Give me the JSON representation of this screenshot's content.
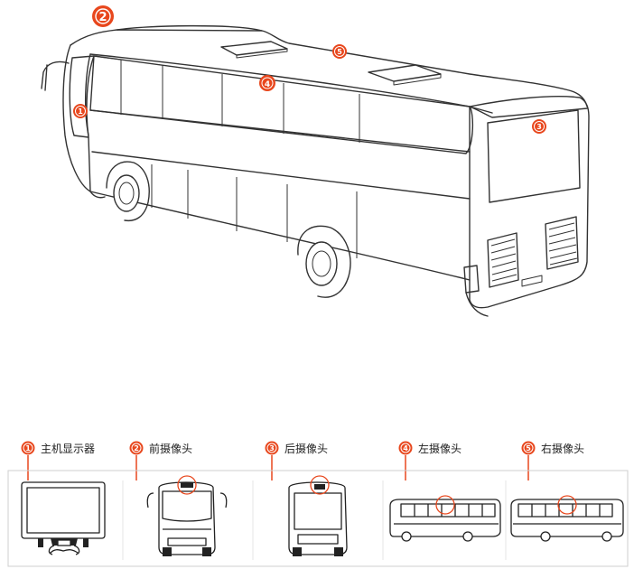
{
  "accent_color": "#e8471d",
  "bus_markers": [
    {
      "num": "1"
    },
    {
      "num": "2"
    },
    {
      "num": "3"
    },
    {
      "num": "4"
    },
    {
      "num": "5"
    }
  ],
  "legend": [
    {
      "num": "1",
      "label": "主机显示器"
    },
    {
      "num": "2",
      "label": "前摄像头"
    },
    {
      "num": "3",
      "label": "后摄像头"
    },
    {
      "num": "4",
      "label": "左摄像头"
    },
    {
      "num": "5",
      "label": "右摄像头"
    }
  ]
}
